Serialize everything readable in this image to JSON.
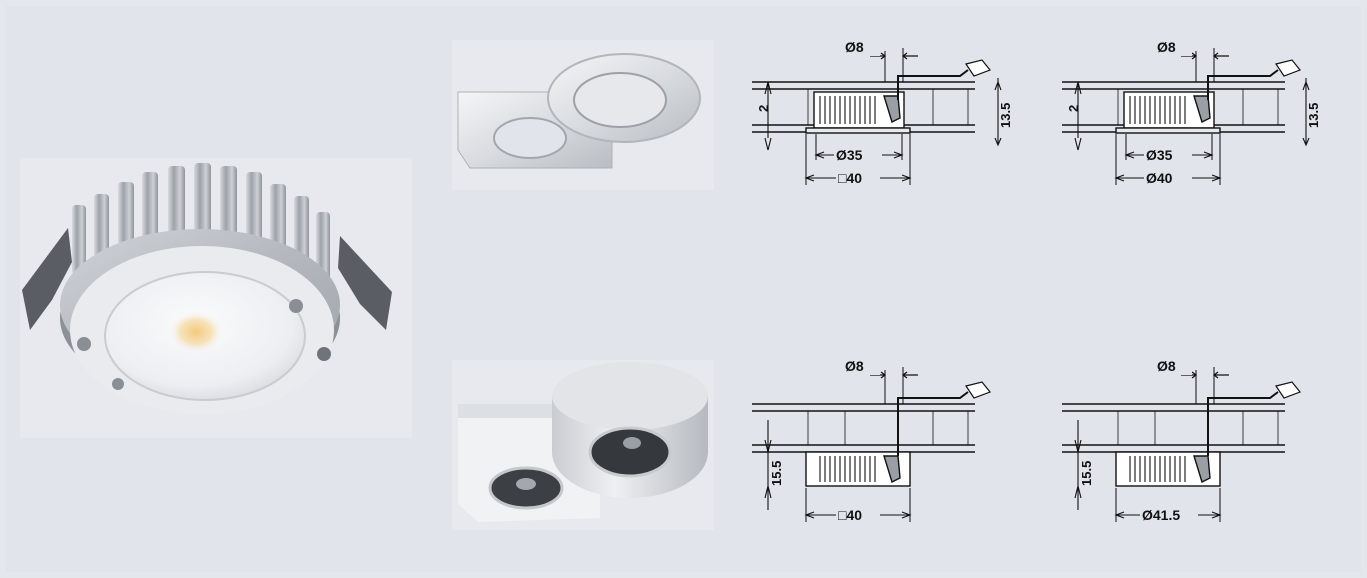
{
  "colors": {
    "background": "#e1e4ea",
    "line": "#111111",
    "heatsink": "#b8bcc2",
    "lens": "#f3f4f6",
    "led_glow": "#f2d08a"
  },
  "drawings": {
    "top_left": {
      "hole": "Ø8",
      "thickness": "2",
      "height": "13.5",
      "inner": "Ø35",
      "outer": "□40"
    },
    "top_right": {
      "hole": "Ø8",
      "thickness": "2",
      "height": "13.5",
      "inner": "Ø35",
      "outer": "Ø40"
    },
    "bottom_left": {
      "hole": "Ø8",
      "height": "15.5",
      "outer": "□40"
    },
    "bottom_right": {
      "hole": "Ø8",
      "height": "15.5",
      "outer": "Ø41.5"
    }
  }
}
